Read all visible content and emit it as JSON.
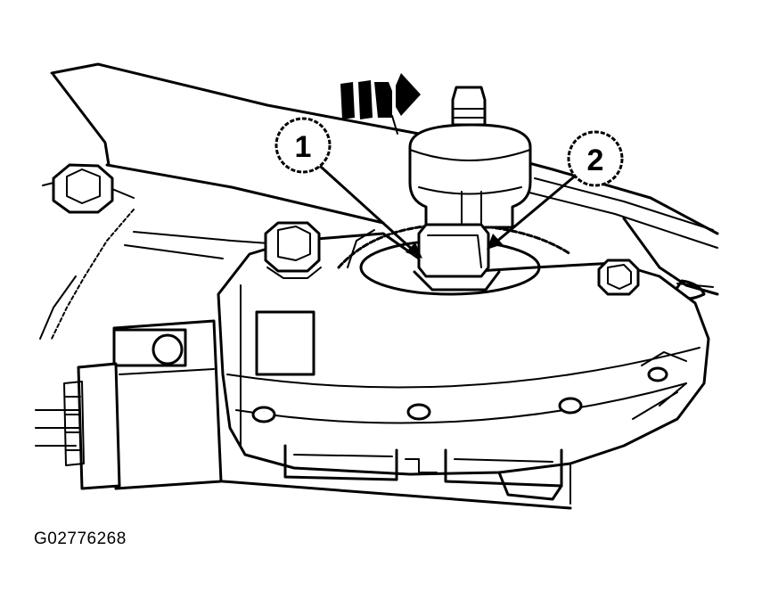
{
  "diagram": {
    "callouts": [
      {
        "label": "1"
      },
      {
        "label": "2"
      }
    ],
    "figure_id": "G02776268",
    "direction_indicator": "front-arrow-icon"
  }
}
